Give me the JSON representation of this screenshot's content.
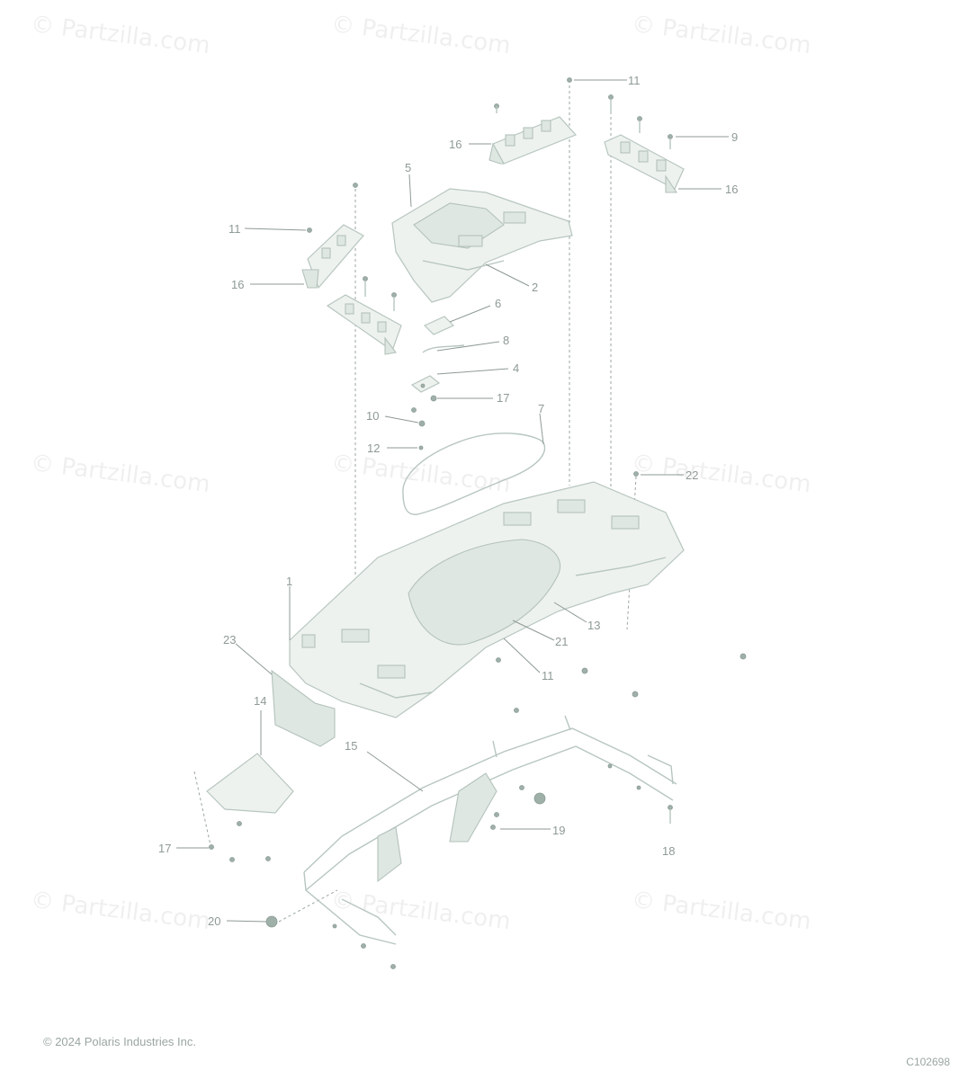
{
  "watermark_text": "© Partzilla.com",
  "copyright": "© 2024 Polaris Industries Inc.",
  "figure_code": "C102698",
  "callouts": [
    {
      "id": "c11a",
      "label": "11"
    },
    {
      "id": "c16a",
      "label": "16"
    },
    {
      "id": "c9",
      "label": "9"
    },
    {
      "id": "c16b",
      "label": "16"
    },
    {
      "id": "c5",
      "label": "5"
    },
    {
      "id": "c11b",
      "label": "11"
    },
    {
      "id": "c16c",
      "label": "16"
    },
    {
      "id": "c2",
      "label": "2"
    },
    {
      "id": "c6",
      "label": "6"
    },
    {
      "id": "c8",
      "label": "8"
    },
    {
      "id": "c4",
      "label": "4"
    },
    {
      "id": "c17a",
      "label": "17"
    },
    {
      "id": "c10",
      "label": "10"
    },
    {
      "id": "c7",
      "label": "7"
    },
    {
      "id": "c12",
      "label": "12"
    },
    {
      "id": "c22",
      "label": "22"
    },
    {
      "id": "c1",
      "label": "1"
    },
    {
      "id": "c13",
      "label": "13"
    },
    {
      "id": "c21",
      "label": "21"
    },
    {
      "id": "c23",
      "label": "23"
    },
    {
      "id": "c11c",
      "label": "11"
    },
    {
      "id": "c14",
      "label": "14"
    },
    {
      "id": "c15",
      "label": "15"
    },
    {
      "id": "c19",
      "label": "19"
    },
    {
      "id": "c17b",
      "label": "17"
    },
    {
      "id": "c18",
      "label": "18"
    },
    {
      "id": "c20",
      "label": "20"
    }
  ]
}
